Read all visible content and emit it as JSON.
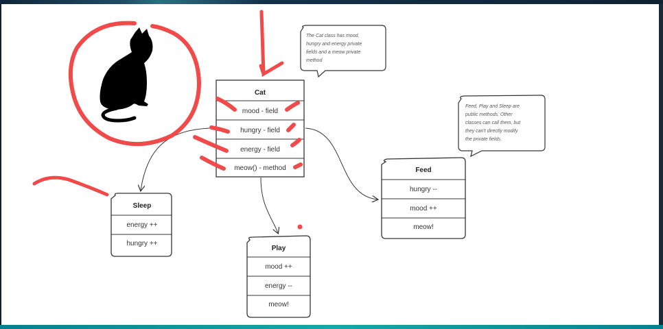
{
  "note_top": {
    "lines": [
      "The Cat class has mood,",
      "hungry and energy private",
      "fields and a meow private",
      "method"
    ]
  },
  "note_right": {
    "lines": [
      "Feed, Play and Sleep are",
      "public methods. Other",
      "classes can call them, but",
      "they can't directly modify",
      "the private fields."
    ]
  },
  "cat_class": {
    "title": "Cat",
    "rows": [
      "mood - field",
      "hungry - field",
      "energy - field",
      "meow() - method"
    ]
  },
  "sleep_box": {
    "title": "Sleep",
    "rows": [
      "energy ++",
      "hungry ++"
    ]
  },
  "play_box": {
    "title": "Play",
    "rows": [
      "mood ++",
      "energy --",
      "meow!"
    ]
  },
  "feed_box": {
    "title": "Feed",
    "rows": [
      "hungry --",
      "mood ++",
      "meow!"
    ]
  },
  "colors": {
    "annotation": "#f04a4a",
    "box_stroke": "#333333",
    "cat_silhouette": "#000000"
  }
}
